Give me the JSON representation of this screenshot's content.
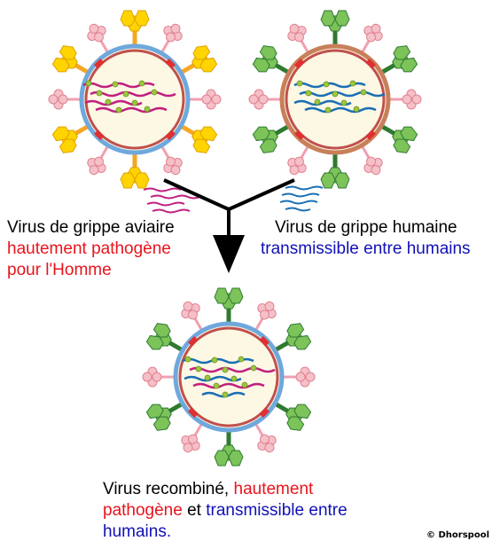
{
  "avian_virus": {
    "line1": "Virus de grippe aviaire",
    "line2": "hautement pathogène",
    "line3": "pour l'Homme"
  },
  "human_virus": {
    "line1": "Virus de grippe humaine",
    "line2": "transmissible entre humains"
  },
  "recombinant_virus": {
    "part1": "Virus recombiné, ",
    "part2": "hautement",
    "part3": "pathogène",
    "part4": " et ",
    "part5": "transmissible entre",
    "part6": "humains."
  },
  "credit": "© Dhorspool",
  "colors": {
    "avian_spike": "#ffd400",
    "avian_spike_stem": "#f5a623",
    "human_spike": "#7cc35a",
    "human_spike_stem": "#2f7a30",
    "na_spike": "#f5c0c8",
    "envelope_blue": "#6fa8dc",
    "envelope_brown": "#c8805a",
    "membrane": "#c0504d",
    "core": "#fdf8e4",
    "rna_red": "#c02080",
    "rna_blue": "#1a6fb4",
    "rna_bead": "#9bc83c",
    "text_red": "#e8141c",
    "text_blue": "#1010b8"
  }
}
